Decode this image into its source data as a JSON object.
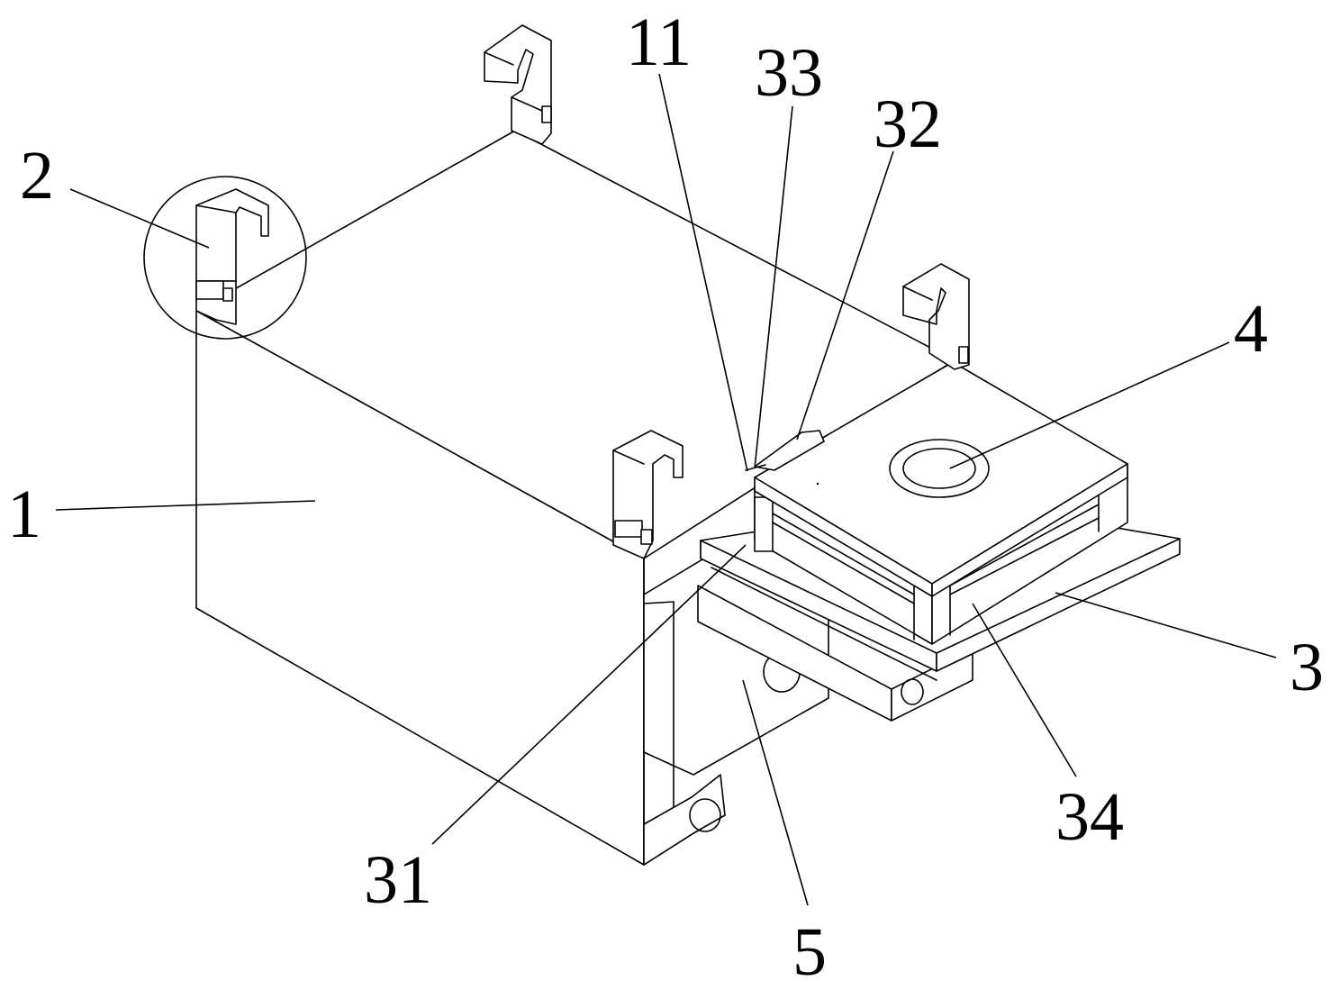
{
  "figure": {
    "labels": [
      {
        "id": "1",
        "text": "1"
      },
      {
        "id": "2",
        "text": "2"
      },
      {
        "id": "3",
        "text": "3"
      },
      {
        "id": "4",
        "text": "4"
      },
      {
        "id": "5",
        "text": "5"
      },
      {
        "id": "11",
        "text": "11"
      },
      {
        "id": "31",
        "text": "31"
      },
      {
        "id": "32",
        "text": "32"
      },
      {
        "id": "33",
        "text": "33"
      },
      {
        "id": "34",
        "text": "34"
      }
    ]
  }
}
